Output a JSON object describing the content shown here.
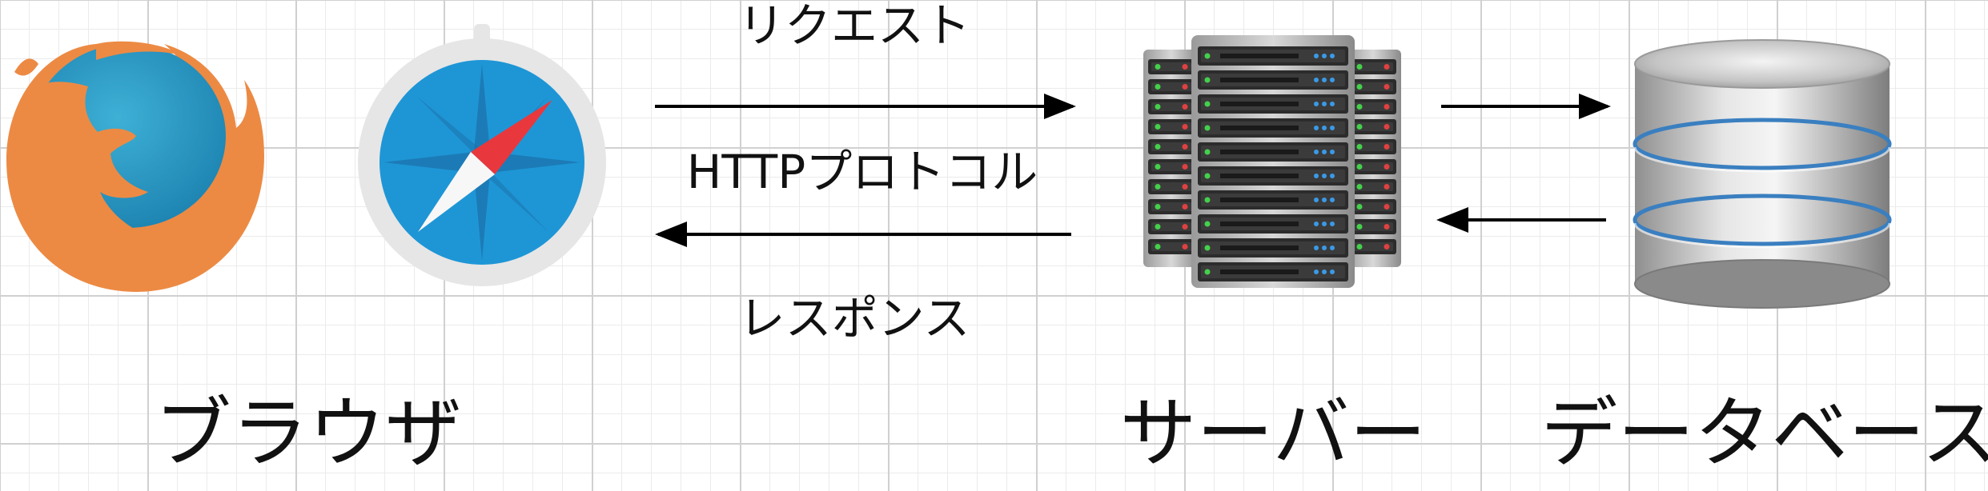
{
  "labels": {
    "request": "リクエスト",
    "protocol": "HTTPプロトコル",
    "response": "レスポンス",
    "browser": "ブラウザ",
    "server": "サーバー",
    "database": "データベース"
  },
  "icons": [
    "firefox-logo-icon",
    "safari-compass-icon",
    "server-rack-icon",
    "database-cylinder-icon"
  ],
  "colors": {
    "firefox_orange": "#ec8a44",
    "firefox_blue": "#2b9ac4",
    "safari_blue": "#1e96d6",
    "safari_red": "#e8383d",
    "db_stripe": "#3a7fc0",
    "server_dark": "#2c2c2c"
  }
}
